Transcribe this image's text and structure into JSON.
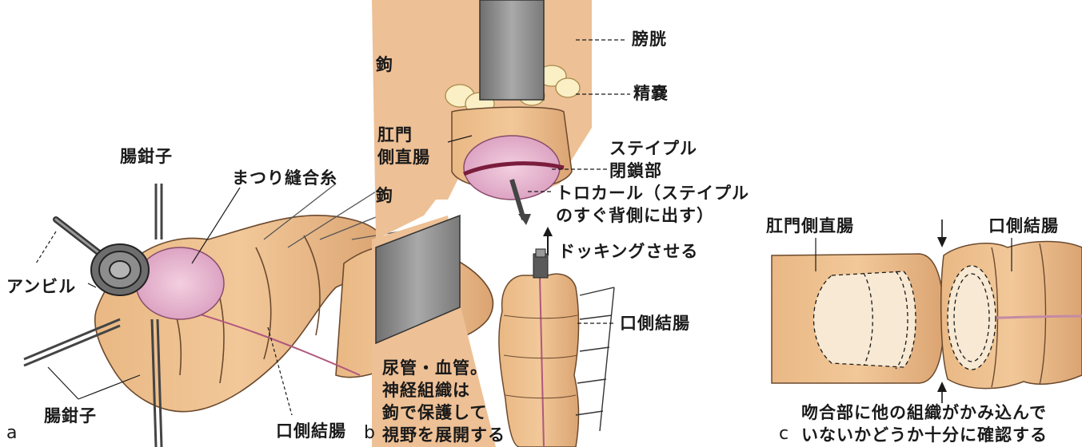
{
  "figure": {
    "panel_a": {
      "letter": "a",
      "labels": {
        "clamp_top": "腸鉗子",
        "purse_suture": "まつり縫合糸",
        "anvil": "アンビル",
        "clamp_bottom": "腸鉗子",
        "oral_colon": "口側結腸"
      }
    },
    "panel_b": {
      "letter": "b",
      "labels": {
        "retractor_top": "鉤",
        "bladder": "膀胱",
        "seminal_vesicle": "精嚢",
        "anal_rectum": "肛門\n側直腸",
        "staple_closure": "ステイプル\n閉鎖部",
        "retractor_bottom": "鉤",
        "trocar": "トロカール（ステイプル\nのすぐ背側に出す）",
        "docking": "ドッキングさせる",
        "oral_colon": "口側結腸",
        "protect_note": "尿管・血管。\n神経組織は\n鉤で保護して\n視野を展開する"
      }
    },
    "panel_c": {
      "letter": "c",
      "labels": {
        "anal_rectum": "肛門側直腸",
        "oral_colon": "口側結腸",
        "check_note": "吻合部に他の組織がかみ込んで\nいないかどうか十分に確認する"
      }
    }
  }
}
